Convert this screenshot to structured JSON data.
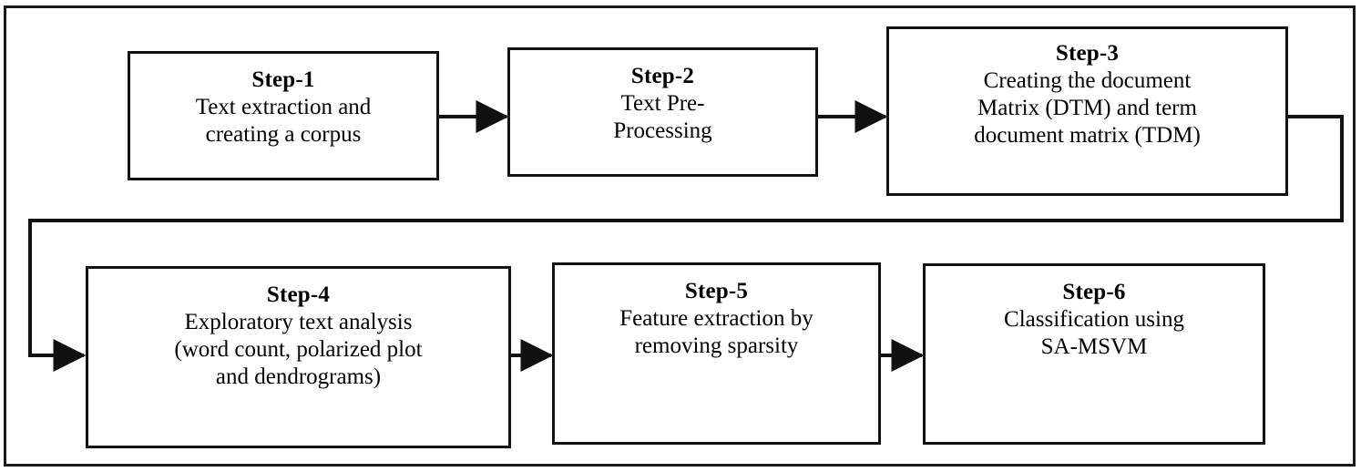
{
  "figure": {
    "type": "process-flowchart",
    "orientation": "left-to-right, wrapping to a second row",
    "colors": {
      "background": "#fefefe",
      "box_fill": "#ffffff",
      "stroke": "#111111",
      "text": "#000000"
    }
  },
  "steps": [
    {
      "id": "step-1",
      "title": "Step-1",
      "description": "Text extraction and\ncreating a corpus"
    },
    {
      "id": "step-2",
      "title": "Step-2",
      "description": "Text Pre-\nProcessing"
    },
    {
      "id": "step-3",
      "title": "Step-3",
      "description": "Creating the document\nMatrix (DTM) and term\ndocument matrix (TDM)"
    },
    {
      "id": "step-4",
      "title": "Step-4",
      "description": "Exploratory text analysis\n(word count, polarized plot\nand dendrograms)"
    },
    {
      "id": "step-5",
      "title": "Step-5",
      "description": "Feature extraction by\nremoving sparsity"
    },
    {
      "id": "step-6",
      "title": "Step-6",
      "description": "Classification using\nSA-MSVM"
    }
  ],
  "connectors": [
    {
      "id": "arrow-step-1-to-step-2",
      "from": "step-1",
      "to": "step-2",
      "kind": "straight-arrow"
    },
    {
      "id": "arrow-step-2-to-step-3",
      "from": "step-2",
      "to": "step-3",
      "kind": "straight-arrow"
    },
    {
      "id": "arrow-step-3-to-step-4",
      "from": "step-3",
      "to": "step-4",
      "kind": "wrap-around-arrow"
    },
    {
      "id": "arrow-step-4-to-step-5",
      "from": "step-4",
      "to": "step-5",
      "kind": "straight-arrow"
    },
    {
      "id": "arrow-step-5-to-step-6",
      "from": "step-5",
      "to": "step-6",
      "kind": "straight-arrow"
    }
  ]
}
